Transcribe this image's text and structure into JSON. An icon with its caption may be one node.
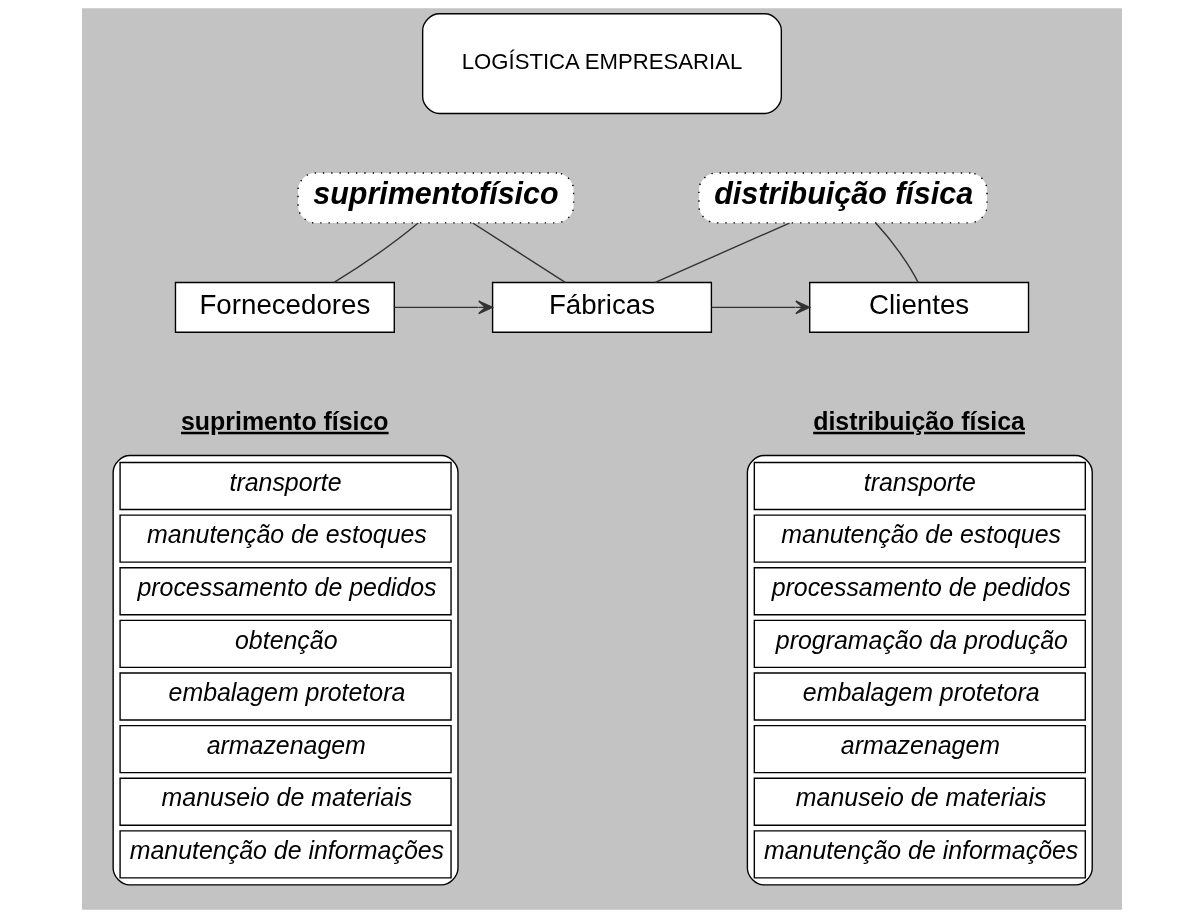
{
  "diagram": {
    "nodes": [
      {
        "text": [
          "LOGÍSTICA EMPRESARIAL"
        ]
      },
      {
        "text": [
          "suprimentofísico"
        ]
      },
      {
        "text": [
          "distribuição física"
        ]
      },
      {
        "text": [
          "Fornecedores"
        ]
      },
      {
        "text": [
          "Fábricas"
        ]
      },
      {
        "text": [
          "Clientes"
        ]
      },
      {
        "text": [
          "suprimento físico",
          "transporte",
          "manutenção de estoques",
          "processamento de pedidos",
          "obtenção",
          "embalagem protetora",
          "armazenagem",
          "manuseio de materiais",
          "manutenção de informações"
        ]
      },
      {
        "text": [
          "distribuição física",
          "transporte",
          "manutenção de estoques",
          "processamento de pedidos",
          "programação da produção",
          "embalagem protetora",
          "armazenagem",
          "manuseio de materiais",
          "manutenção de informações"
        ]
      }
    ],
    "edges": [
      {
        "from": 1,
        "to": 3,
        "arrow": "none"
      },
      {
        "from": 1,
        "to": 4,
        "arrow": "none"
      },
      {
        "from": 2,
        "to": 4,
        "arrow": "none"
      },
      {
        "from": 2,
        "to": 5,
        "arrow": "none"
      },
      {
        "from": 3,
        "to": 4,
        "arrow": "to"
      },
      {
        "from": 4,
        "to": 5,
        "arrow": "to"
      }
    ]
  }
}
